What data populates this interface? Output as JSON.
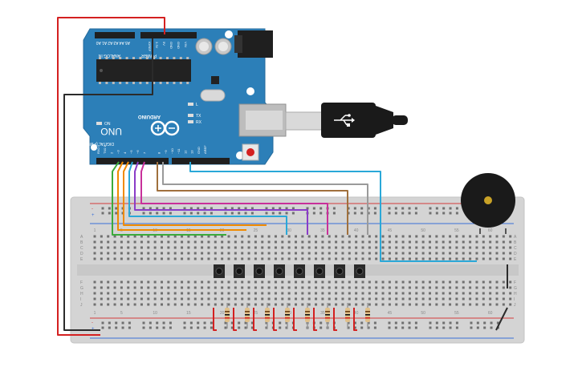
{
  "arduino": {
    "brand": "ARDUINO",
    "model": "UNO",
    "analog_header": "ANALOG IN",
    "power_header": "POWER",
    "digital_header": "DIGITAL (PWM~)",
    "analog_pins": [
      "A5",
      "A4",
      "A3",
      "A2",
      "A1",
      "A0"
    ],
    "power_pins": [
      "VIN",
      "GND",
      "GND",
      "5V",
      "3.3V",
      "IOREF"
    ],
    "digital_pins": [
      "RX0 0",
      "TX0 1",
      "2",
      "~3",
      "4",
      "~5",
      "~6",
      "7",
      "8",
      "~9",
      "~10",
      "~11",
      "12",
      "13",
      "GND",
      "AREF"
    ],
    "led_labels": [
      "TX",
      "RX",
      "L"
    ],
    "on_label": "ON"
  },
  "breadboard": {
    "column_numbers": [
      "1",
      "5",
      "10",
      "15",
      "20",
      "25",
      "30",
      "35",
      "40",
      "45",
      "50",
      "55",
      "60"
    ],
    "row_letters_top": [
      "A",
      "B",
      "C",
      "D",
      "E"
    ],
    "row_letters_bottom": [
      "F",
      "G",
      "H",
      "I",
      "J"
    ],
    "rail_minus": "-",
    "rail_plus": "+"
  },
  "colors": {
    "board": "#2c7fb8",
    "breadboard": "#d4d4d4",
    "rail_red": "#d33b3b",
    "rail_blue": "#3a6fd8",
    "wire_red": "#d42020",
    "wire_black": "#2b2b2b",
    "wire_green": "#3bab3b",
    "wire_orange": "#f08a00",
    "wire_cyan": "#2aa8d8",
    "wire_purple": "#8a3cc8",
    "wire_magenta": "#c8309a",
    "wire_brown": "#a0703c",
    "wire_gray": "#9a9a9a",
    "buzzer": "#1a1a1a",
    "buzzer_center": "#c9a227"
  },
  "components": {
    "buttons": 8,
    "resistors": 8,
    "buzzer": "piezo-buzzer-icon",
    "usb": "usb-icon",
    "logo": "arduino-infinity-logo"
  }
}
